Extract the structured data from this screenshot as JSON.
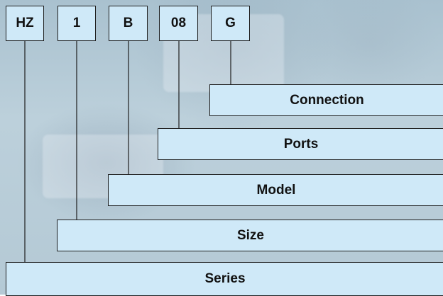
{
  "codes": [
    "HZ",
    "1",
    "B",
    "08",
    "G"
  ],
  "labels": {
    "connection": "Connection",
    "ports": "Ports",
    "model": "Model",
    "size": "Size",
    "series": "Series"
  },
  "colors": {
    "box_fill": "#cfe9f8",
    "line": "#1e1e1e"
  }
}
